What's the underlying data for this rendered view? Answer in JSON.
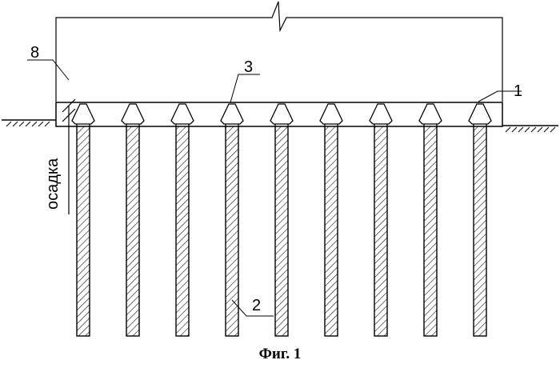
{
  "figure": {
    "caption": "Фиг. 1",
    "labels": {
      "superstructure": "8",
      "grillage": "1",
      "pile_cap": "3",
      "pile": "2",
      "settlement": "осадка"
    },
    "pile_count": 9
  }
}
